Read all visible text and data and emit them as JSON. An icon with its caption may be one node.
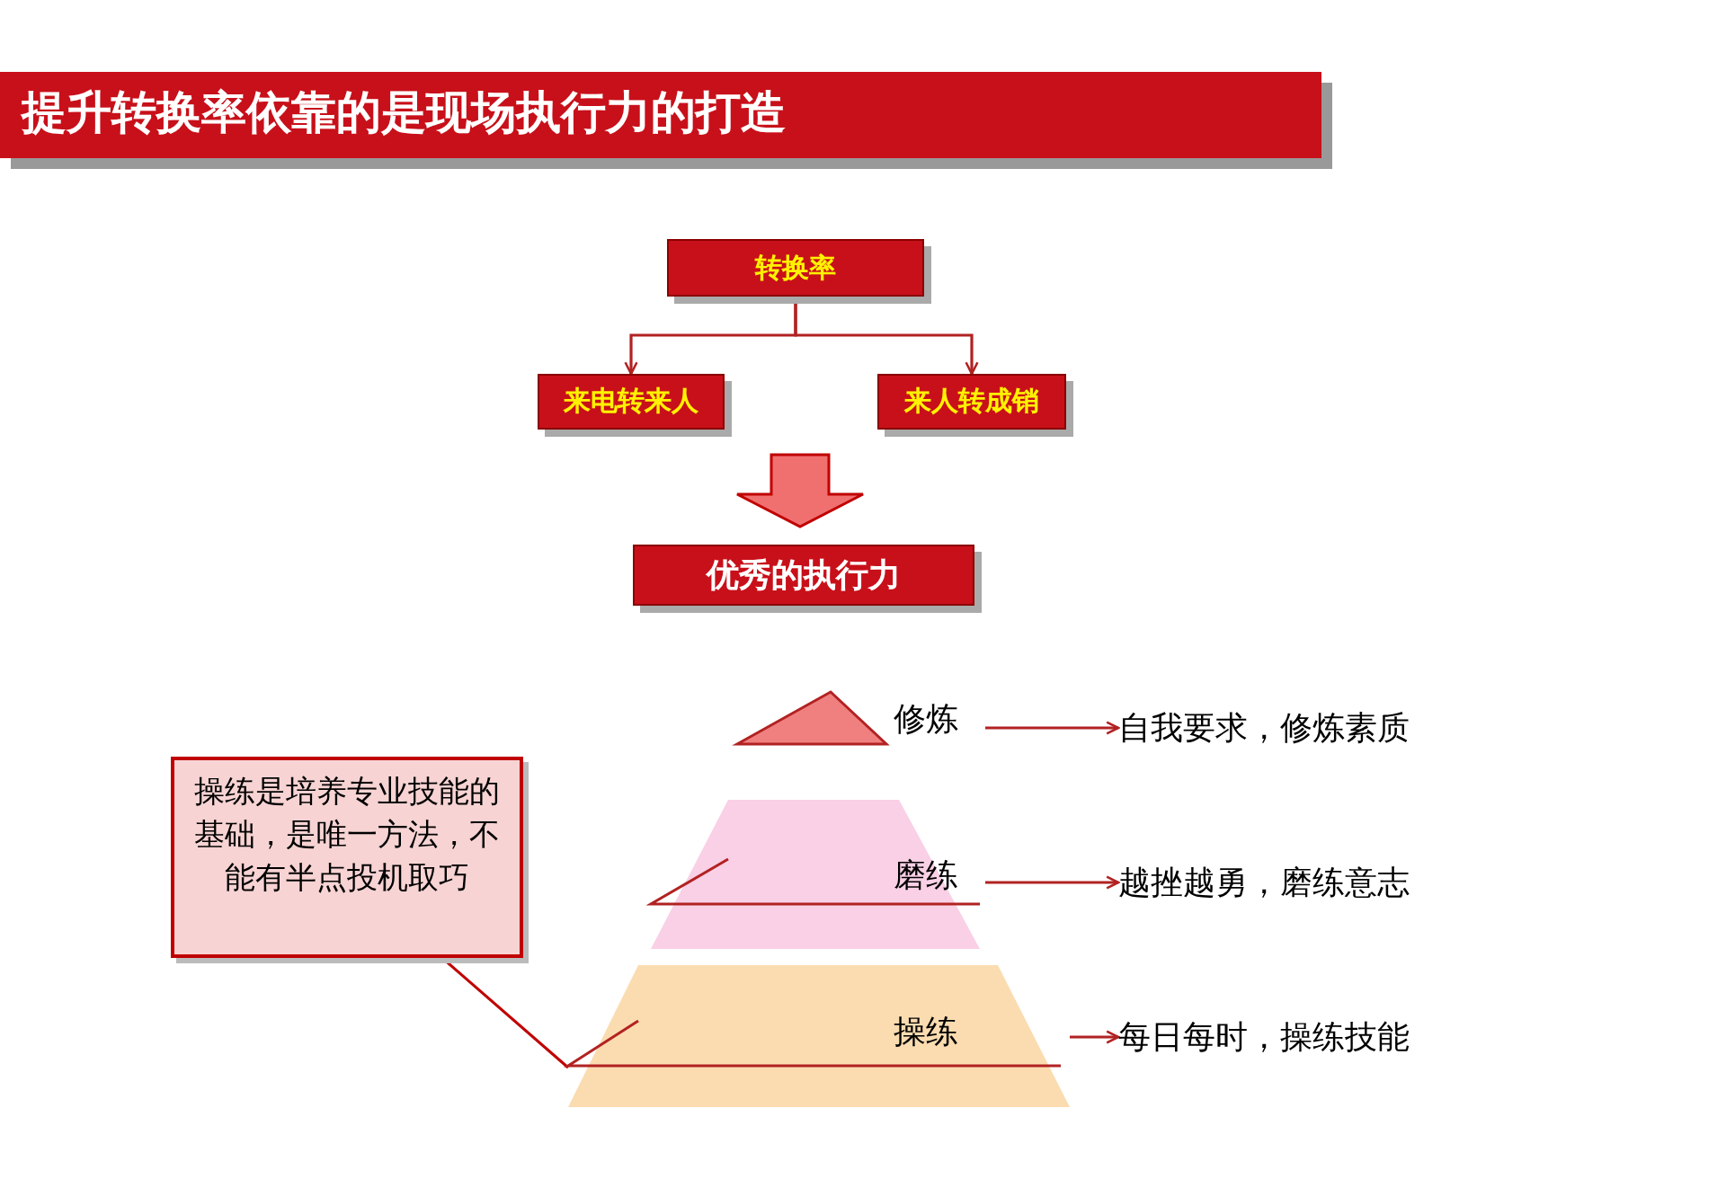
{
  "diagram": {
    "title": "提升转换率依靠的是现场执行力的打造",
    "nodes": [
      {
        "text": [
          "转换率"
        ]
      },
      {
        "text": [
          "来电转来人"
        ]
      },
      {
        "text": [
          "来人转成销"
        ]
      },
      {
        "text": [
          "优秀的执行力"
        ]
      },
      {
        "text": [
          "修炼"
        ]
      },
      {
        "text": [
          "自我要求，修炼素质"
        ]
      },
      {
        "text": [
          "磨练"
        ]
      },
      {
        "text": [
          "越挫越勇，磨练意志"
        ]
      },
      {
        "text": [
          "操练"
        ]
      },
      {
        "text": [
          "每日每时，操练技能"
        ]
      },
      {
        "text": [
          "操练是培养专业技能的基础，是唯一方法，不能有半点投机取巧"
        ]
      }
    ],
    "edges": [
      {
        "from": 0,
        "to": 1,
        "arrow": "to"
      },
      {
        "from": 0,
        "to": 2,
        "arrow": "to"
      },
      {
        "from": 1,
        "to": 3,
        "arrow": "to",
        "style": "thick"
      },
      {
        "from": 2,
        "to": 3,
        "arrow": "to",
        "style": "thick"
      },
      {
        "from": 4,
        "to": 5,
        "arrow": "to"
      },
      {
        "from": 6,
        "to": 7,
        "arrow": "to"
      },
      {
        "from": 8,
        "to": 9,
        "arrow": "to"
      },
      {
        "from": 10,
        "to": 8,
        "arrow": "none"
      }
    ]
  }
}
